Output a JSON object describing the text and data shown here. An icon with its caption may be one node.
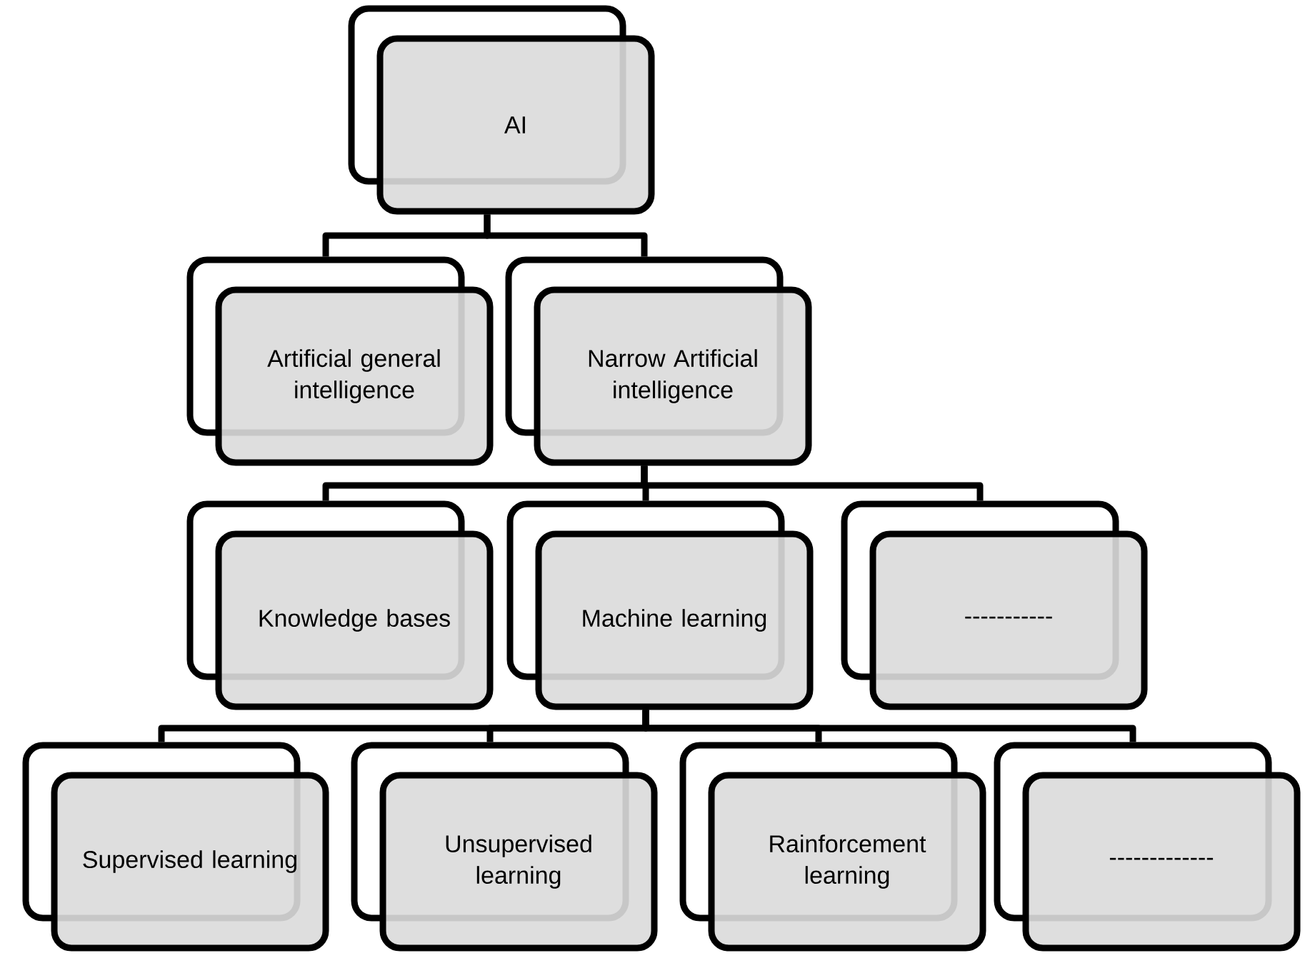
{
  "diagram": {
    "nodes": [
      {
        "text": [
          "AI"
        ]
      },
      {
        "text": [
          "Artificial general intelligence"
        ]
      },
      {
        "text": [
          "Narrow Artificial intelligence"
        ]
      },
      {
        "text": [
          "Knowledge bases"
        ]
      },
      {
        "text": [
          "Machine learning"
        ]
      },
      {
        "text": [
          "-----------"
        ]
      },
      {
        "text": [
          "Supervised learning"
        ]
      },
      {
        "text": [
          "Unsupervised learning"
        ]
      },
      {
        "text": [
          "Rainforcement learning"
        ]
      },
      {
        "text": [
          "-------------"
        ]
      }
    ],
    "edges": [
      {
        "from": 0,
        "to": 1,
        "arrow": "none"
      },
      {
        "from": 0,
        "to": 2,
        "arrow": "none"
      },
      {
        "from": 2,
        "to": 3,
        "arrow": "none"
      },
      {
        "from": 2,
        "to": 4,
        "arrow": "none"
      },
      {
        "from": 2,
        "to": 5,
        "arrow": "none"
      },
      {
        "from": 4,
        "to": 6,
        "arrow": "none"
      },
      {
        "from": 4,
        "to": 7,
        "arrow": "none"
      },
      {
        "from": 4,
        "to": 8,
        "arrow": "none"
      },
      {
        "from": 4,
        "to": 9,
        "arrow": "none"
      }
    ]
  }
}
